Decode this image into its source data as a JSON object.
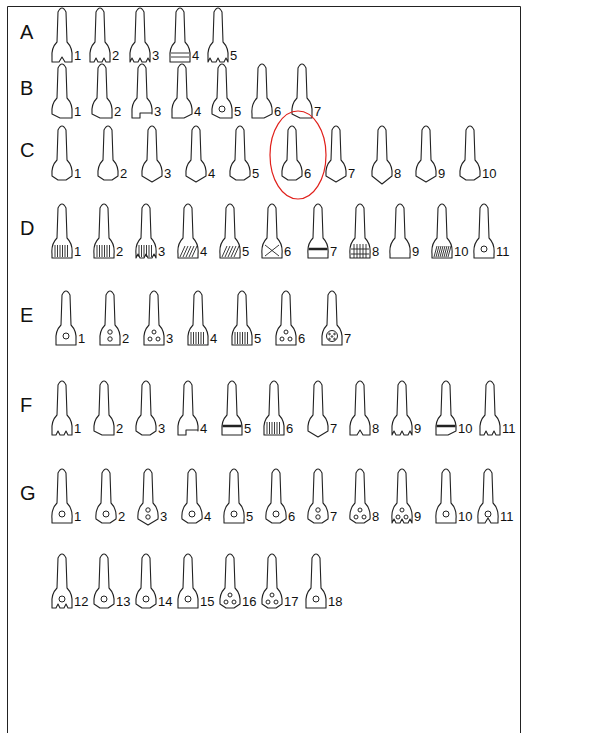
{
  "diagram": {
    "labels": [
      "A",
      "1",
      "2",
      "3",
      "4",
      "5",
      "B",
      "1",
      "2",
      "3",
      "4",
      "5",
      "6",
      "7",
      "C",
      "1",
      "2",
      "3",
      "4",
      "5",
      "6",
      "7",
      "8",
      "9",
      "10",
      "D",
      "1",
      "2",
      "3",
      "4",
      "5",
      "6",
      "7",
      "8",
      "9",
      "10",
      "11",
      "E",
      "1",
      "2",
      "3",
      "4",
      "5",
      "6",
      "7",
      "F",
      "1",
      "2",
      "3",
      "4",
      "5",
      "6",
      "7",
      "8",
      "9",
      "10",
      "11",
      "G",
      "1",
      "2",
      "3",
      "4",
      "5",
      "6",
      "7",
      "8",
      "9",
      "10",
      "11",
      "12",
      "13",
      "14",
      "15",
      "16",
      "17",
      "18"
    ]
  }
}
